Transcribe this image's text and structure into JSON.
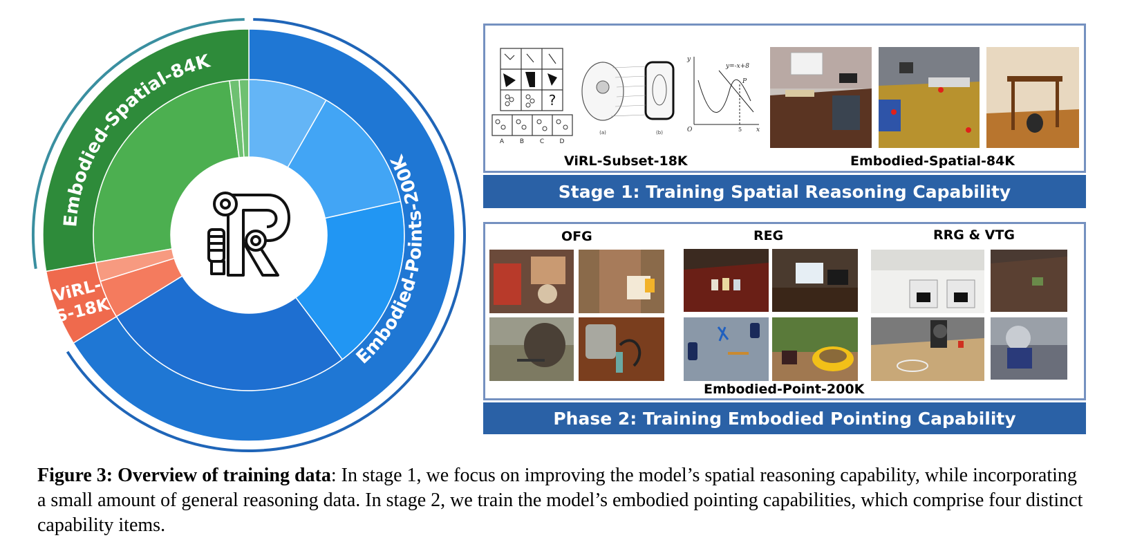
{
  "chart_data": {
    "type": "sunburst",
    "outer_ring": [
      {
        "name": "Embodied-Spatial-84K",
        "value": 84,
        "color": "#2e8b3a"
      },
      {
        "name": "ViRL-\nS-18K",
        "value": 18,
        "color": "#ef6a4d"
      },
      {
        "name": "Embodied-Points-200K",
        "value": 200,
        "color": "#1f77d4"
      }
    ],
    "inner_ring": [
      {
        "parent": "Embodied-Spatial-84K",
        "value": 78,
        "color": "#4caf50"
      },
      {
        "parent": "Embodied-Spatial-84K",
        "value": 3,
        "color": "#6ec071"
      },
      {
        "parent": "Embodied-Spatial-84K",
        "value": 3,
        "color": "#6ec071"
      },
      {
        "parent": "ViRL-\nS-18K",
        "value": 12,
        "color": "#f47b5e"
      },
      {
        "parent": "ViRL-\nS-18K",
        "value": 6,
        "color": "#f79a80"
      },
      {
        "parent": "Embodied-Points-200K",
        "value": 80,
        "color": "#1e6fd1"
      },
      {
        "parent": "Embodied-Points-200K",
        "value": 55,
        "color": "#2196f3"
      },
      {
        "parent": "Embodied-Points-200K",
        "value": 40,
        "color": "#42a5f5"
      },
      {
        "parent": "Embodied-Points-200K",
        "value": 25,
        "color": "#64b5f6"
      }
    ]
  },
  "stage1": {
    "banner": "Stage 1: Training Spatial Reasoning Capability",
    "label_virl": "ViRL-Subset-18K",
    "label_spatial": "Embodied-Spatial-84K",
    "puzzle_options": [
      "A",
      "B",
      "C",
      "D"
    ],
    "puzzle_question": "?",
    "cell_labels": [
      "(a)",
      "(b)"
    ],
    "graph_equation": "y=-x+8",
    "graph_point": "P",
    "graph_axes": {
      "origin": "O",
      "x": "x",
      "y": "y",
      "tick": "5"
    }
  },
  "stage2": {
    "banner": "Phase 2: Training Embodied Pointing Capability",
    "label_ofg": "OFG",
    "label_reg": "REG",
    "label_rrg": "RRG & VTG",
    "label_points": "Embodied-Point-200K"
  },
  "caption": {
    "lead": "Figure 3: Overview of training data",
    "text": ": In stage 1, we focus on improving the model’s spatial reasoning capability, while incorporating a small amount of general reasoning data. In stage 2, we train the model’s embodied pointing capabilities, which comprise four distinct capability items."
  }
}
